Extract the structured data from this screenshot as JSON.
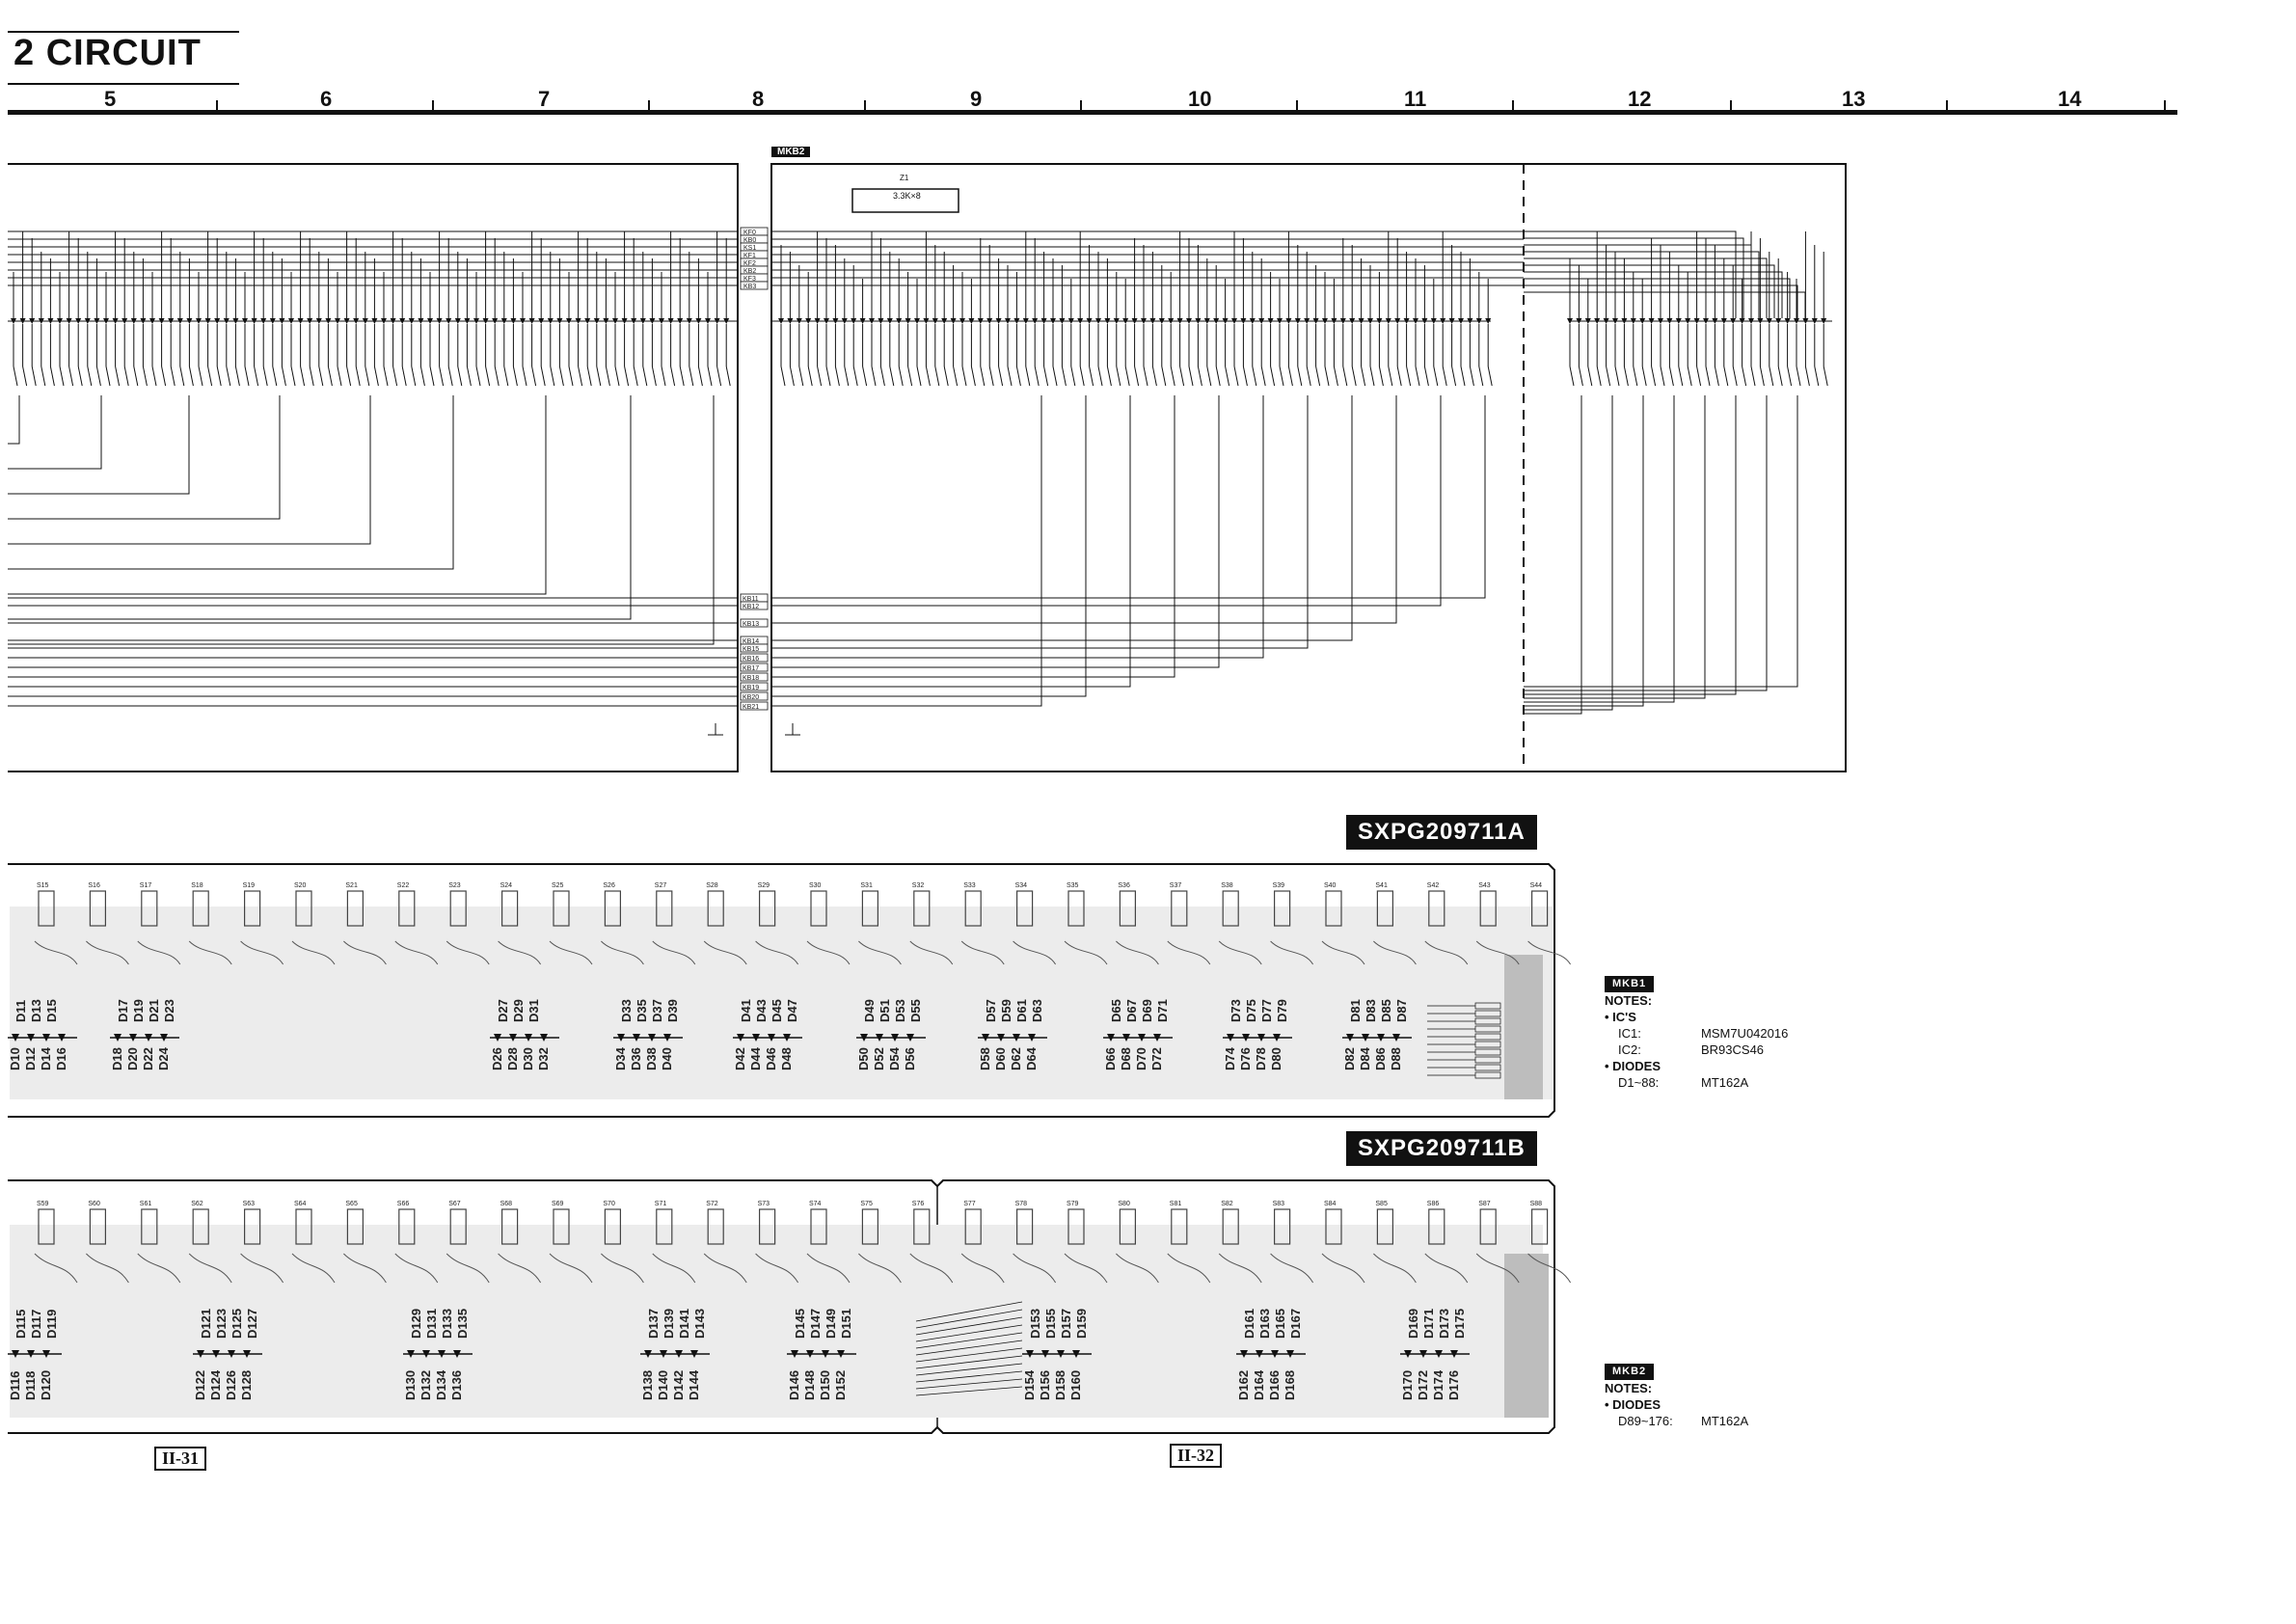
{
  "title": "2 CIRCUIT",
  "columns": [
    "5",
    "6",
    "7",
    "8",
    "9",
    "10",
    "11",
    "12",
    "13",
    "14"
  ],
  "schematic": {
    "mkb2_tag": "MKB2",
    "z1_label": "Z1",
    "z1_value": "3.3K×8",
    "connector_top": [
      "KF0",
      "KB0",
      "KS1",
      "KF1",
      "KF2",
      "KB2",
      "KF3",
      "KB3"
    ],
    "connector_bottom": [
      "KB11",
      "KB12",
      "KB13",
      "KB14",
      "KB15",
      "KB16",
      "KB17",
      "KB18",
      "KB19",
      "KB20",
      "KB21"
    ]
  },
  "boards": {
    "a_label": "SXPG209711A",
    "b_label": "SXPG209711B"
  },
  "notes_mkb1": {
    "badge": "MKB1",
    "heading": "NOTES:",
    "ics_heading": "• IC'S",
    "ic1_label": "IC1:",
    "ic1_value": "MSM7U042016",
    "ic2_label": "IC2:",
    "ic2_value": "BR93CS46",
    "diodes_heading": "• DIODES",
    "diodes_range": "D1~88:",
    "diodes_value": "MT162A"
  },
  "notes_mkb2": {
    "badge": "MKB2",
    "heading": "NOTES:",
    "diodes_heading": "• DIODES",
    "diodes_range": "D89~176:",
    "diodes_value": "MT162A"
  },
  "page_refs": [
    "II-31",
    "II-32"
  ],
  "diode_labels_a": [
    [
      "D10",
      "D12",
      "D14",
      "D16"
    ],
    [
      "D18",
      "D20",
      "D22",
      "D24"
    ],
    [
      "D26",
      "D28",
      "D30",
      "D32"
    ],
    [
      "D34",
      "D36",
      "D38",
      "D40"
    ],
    [
      "D42",
      "D44",
      "D46",
      "D48"
    ],
    [
      "D50",
      "D52",
      "D54",
      "D56"
    ],
    [
      "D58",
      "D60",
      "D62",
      "D64"
    ],
    [
      "D66",
      "D68",
      "D70",
      "D72"
    ],
    [
      "D74",
      "D76",
      "D78",
      "D80"
    ],
    [
      "D82",
      "D84",
      "D86",
      "D88"
    ]
  ],
  "diode_labels_a_top": [
    [
      "D11",
      "D13",
      "D15"
    ],
    [
      "D17",
      "D19",
      "D21",
      "D23"
    ],
    [
      "D27",
      "D29",
      "D31"
    ],
    [
      "D33",
      "D35",
      "D37",
      "D39"
    ],
    [
      "D41",
      "D43",
      "D45",
      "D47"
    ],
    [
      "D49",
      "D51",
      "D53",
      "D55"
    ],
    [
      "D57",
      "D59",
      "D61",
      "D63"
    ],
    [
      "D65",
      "D67",
      "D69",
      "D71"
    ],
    [
      "D73",
      "D75",
      "D77",
      "D79"
    ],
    [
      "D81",
      "D83",
      "D85",
      "D87"
    ]
  ],
  "diode_labels_b": [
    [
      "D116",
      "D118",
      "D120"
    ],
    [
      "D122",
      "D124",
      "D126",
      "D128"
    ],
    [
      "D130",
      "D132",
      "D134",
      "D136"
    ],
    [
      "D138",
      "D140",
      "D142",
      "D144"
    ],
    [
      "D146",
      "D148",
      "D150",
      "D152"
    ],
    [
      "D154",
      "D156",
      "D158",
      "D160"
    ],
    [
      "D162",
      "D164",
      "D166",
      "D168"
    ],
    [
      "D170",
      "D172",
      "D174",
      "D176"
    ]
  ],
  "diode_labels_b_top": [
    [
      "D115",
      "D117",
      "D119"
    ],
    [
      "D121",
      "D123",
      "D125",
      "D127"
    ],
    [
      "D129",
      "D131",
      "D133",
      "D135"
    ],
    [
      "D137",
      "D139",
      "D141",
      "D143"
    ],
    [
      "D145",
      "D147",
      "D149",
      "D151"
    ],
    [
      "D153",
      "D155",
      "D157",
      "D159"
    ],
    [
      "D161",
      "D163",
      "D165",
      "D167"
    ],
    [
      "D169",
      "D171",
      "D173",
      "D175"
    ]
  ],
  "switch_labels_a": [
    "S15",
    "S16",
    "S17",
    "S18",
    "S19",
    "S20",
    "S21",
    "S22",
    "S23",
    "S24",
    "S25",
    "S26",
    "S27",
    "S28",
    "S29",
    "S30",
    "S31",
    "S32",
    "S33",
    "S34",
    "S35",
    "S36",
    "S37",
    "S38",
    "S39",
    "S40",
    "S41",
    "S42",
    "S43",
    "S44"
  ],
  "switch_labels_b": [
    "S59",
    "S60",
    "S61",
    "S62",
    "S63",
    "S64",
    "S65",
    "S66",
    "S67",
    "S68",
    "S69",
    "S70",
    "S71",
    "S72",
    "S73",
    "S74",
    "S75",
    "S76",
    "S77",
    "S78",
    "S79",
    "S80",
    "S81",
    "S82",
    "S83",
    "S84",
    "S85",
    "S86",
    "S87",
    "S88"
  ]
}
